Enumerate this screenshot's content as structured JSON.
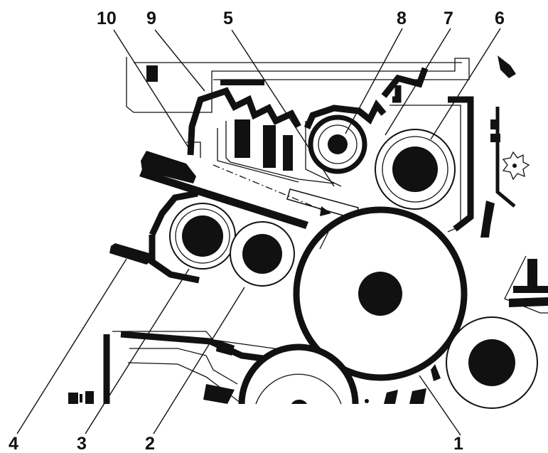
{
  "callouts": {
    "c10": "10",
    "c9": "9",
    "c5": "5",
    "c8": "8",
    "c7": "7",
    "c6": "6",
    "c4": "4",
    "c3": "3",
    "c2": "2",
    "c1": "1"
  },
  "colors": {
    "ink": "#111111",
    "paper": "#ffffff"
  }
}
